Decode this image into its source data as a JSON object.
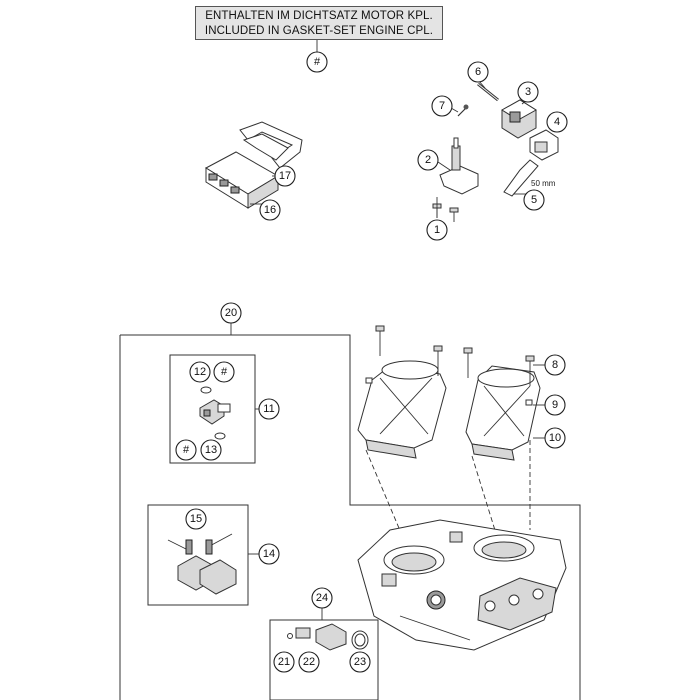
{
  "note": {
    "line1": "ENTHALTEN IM DICHTSATZ MOTOR KPL.",
    "line2": "INCLUDED IN GASKET-SET ENGINE CPL."
  },
  "dimension_label": "50 mm",
  "callouts": {
    "hash_top": "#",
    "c1": "1",
    "c2": "2",
    "c3": "3",
    "c4": "4",
    "c5": "5",
    "c6": "6",
    "c7": "7",
    "c8": "8",
    "c9": "9",
    "c10": "10",
    "c11": "11",
    "c12": "12",
    "hash_12": "#",
    "hash_13": "#",
    "c13": "13",
    "c14": "14",
    "c15": "15",
    "c16": "16",
    "c17": "17",
    "c20": "20",
    "c21": "21",
    "c22": "22",
    "c23": "23",
    "c24": "24"
  }
}
